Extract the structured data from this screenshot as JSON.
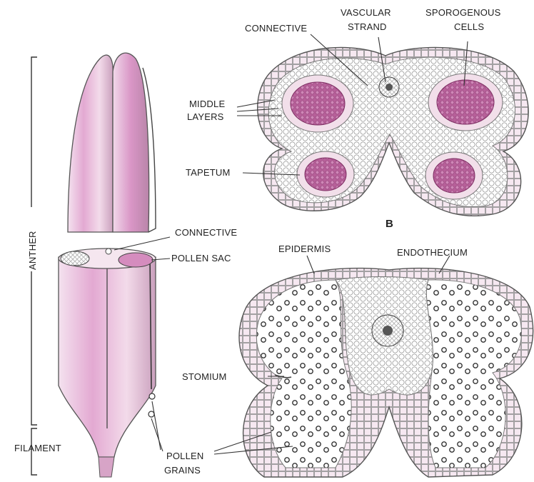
{
  "labels": {
    "connective_top": "CONNECTIVE",
    "vascular_strand_1": "VASCULAR",
    "vascular_strand_2": "STRAND",
    "sporogenous_1": "SPOROGENOUS",
    "sporogenous_2": "CELLS",
    "middle_layers_1": "MIDDLE",
    "middle_layers_2": "LAYERS",
    "tapetum": "TAPETUM",
    "panel_b": "B",
    "connective_left": "CONNECTIVE",
    "pollen_sac": "POLLEN SAC",
    "epidermis": "EPIDERMIS",
    "endothecium": "ENDOTHECIUM",
    "anther": "ANTHER",
    "stomium": "STOMIUM",
    "filament": "FILAMENT",
    "pollen_grains_1": "POLLEN",
    "pollen_grains_2": "GRAINS"
  },
  "colors": {
    "anther_pink": "#e9c6e0",
    "anther_deep": "#c98fbd",
    "sporogenous": "#b8609a",
    "tapetum": "#efd2e4",
    "cell_outline": "#7a7a7a",
    "epidermis_pink": "#e3b3d3"
  }
}
